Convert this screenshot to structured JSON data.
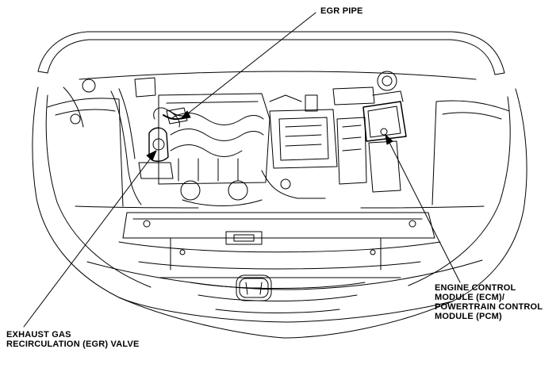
{
  "labels": {
    "egr_pipe": "EGR PIPE",
    "ecm_pcm": [
      "ENGINE CONTROL",
      "MODULE (ECM)/",
      "POWERTRAIN CONTROL",
      "MODULE (PCM)"
    ],
    "egr_valve": [
      "EXHAUST GAS",
      "RECIRCULATION (EGR) VALVE"
    ]
  },
  "colors": {
    "ink": "#000000",
    "paper": "#ffffff"
  },
  "icons": {
    "emblem": "honda-h-emblem"
  }
}
